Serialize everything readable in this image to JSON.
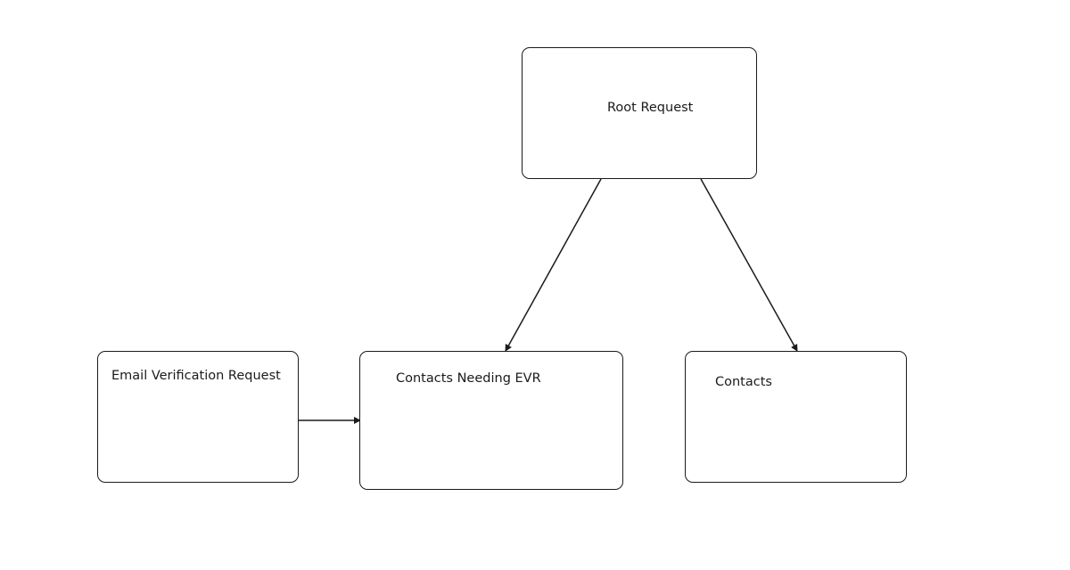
{
  "diagram": {
    "nodes": [
      {
        "id": "root",
        "label": "Root Request"
      },
      {
        "id": "evr",
        "label": "Email Verification Request"
      },
      {
        "id": "cne",
        "label": "Contacts Needing EVR"
      },
      {
        "id": "contacts",
        "label": "Contacts"
      }
    ],
    "edges": [
      {
        "from": "root",
        "to": "cne"
      },
      {
        "from": "root",
        "to": "contacts"
      },
      {
        "from": "evr",
        "to": "cne"
      }
    ],
    "colors": {
      "stroke": "#1b1b1f",
      "background": "#ffffff"
    }
  }
}
